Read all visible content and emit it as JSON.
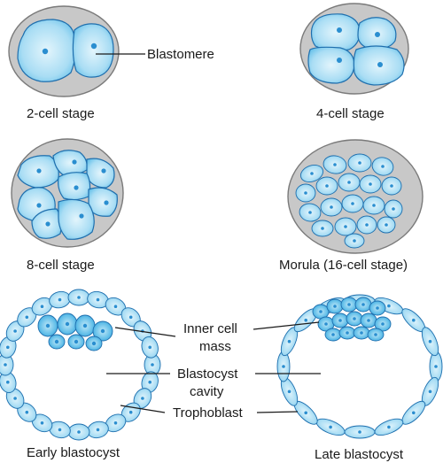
{
  "labels": {
    "blastomere": "Blastomere",
    "two_cell": "2-cell stage",
    "four_cell": "4-cell stage",
    "eight_cell": "8-cell stage",
    "morula": "Morula (16-cell stage)",
    "inner_cell_line1": "Inner cell",
    "inner_cell_line2": "mass",
    "blastocyst_line1": "Blastocyst",
    "blastocyst_line2": "cavity",
    "trophoblast": "Trophoblast",
    "early_blastocyst": "Early blastocyst",
    "late_blastocyst": "Late blastocyst"
  },
  "colors": {
    "cell_fill_light": "#d6f0fb",
    "cell_fill_mid": "#8fd3f1",
    "cell_outline": "#1f6fae",
    "nucleus": "#2a8ed0",
    "zona_fill": "#c8c8c8",
    "zona_outline": "#7a7a7a"
  }
}
